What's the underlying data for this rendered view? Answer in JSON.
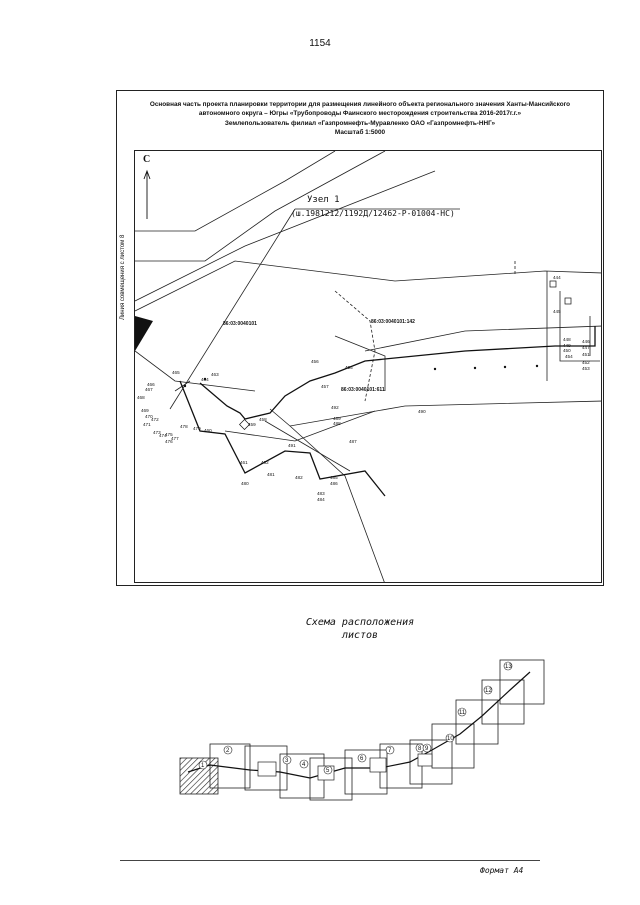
{
  "page_number": "1154",
  "header": {
    "line1": "Основная часть проекта планировки территории для размещения линейного объекта регионального значения Ханты-Мансийского",
    "line2": "автономного округа – Югры «Трубопроводы Фаинского месторождения строительства 2016-2017г.г.»",
    "line3": "Землепользователь филиал «Газпромнефть-Муравленко ОАО «Газпромнефть-ННГ»",
    "line4": "Масштаб 1:5000"
  },
  "map": {
    "north_letter": "С",
    "side_label": "Линия совмещения с листом 8",
    "node_label": "Узел 1",
    "node_code": "(ш.1981212/1192Д/12462-Р-01004-НС)",
    "parcels": [
      {
        "id": "p1",
        "text": "86:03:0040101"
      },
      {
        "id": "p2",
        "text": "86:03:0040101:142"
      },
      {
        "id": "p3",
        "text": "86:03:0040101:611"
      }
    ],
    "points": [
      "444",
      "445",
      "446",
      "447",
      "448",
      "449",
      "450",
      "451",
      "452",
      "453",
      "454",
      "455",
      "456",
      "457",
      "458",
      "459",
      "460",
      "461",
      "462",
      "463",
      "464",
      "465",
      "466",
      "467",
      "468",
      "469",
      "470",
      "471",
      "472",
      "473",
      "474",
      "475",
      "476",
      "477",
      "478",
      "479",
      "480",
      "481",
      "482",
      "483",
      "484",
      "485",
      "486",
      "487",
      "488",
      "489",
      "490",
      "491",
      "492"
    ]
  },
  "scheme": {
    "title_line1": "Схема расположения",
    "title_line2": "листов",
    "sheets": [
      "1",
      "2",
      "3",
      "4",
      "5",
      "6",
      "7",
      "8",
      "9",
      "10",
      "11",
      "12",
      "13"
    ]
  },
  "footer": {
    "format": "Формат А4"
  }
}
